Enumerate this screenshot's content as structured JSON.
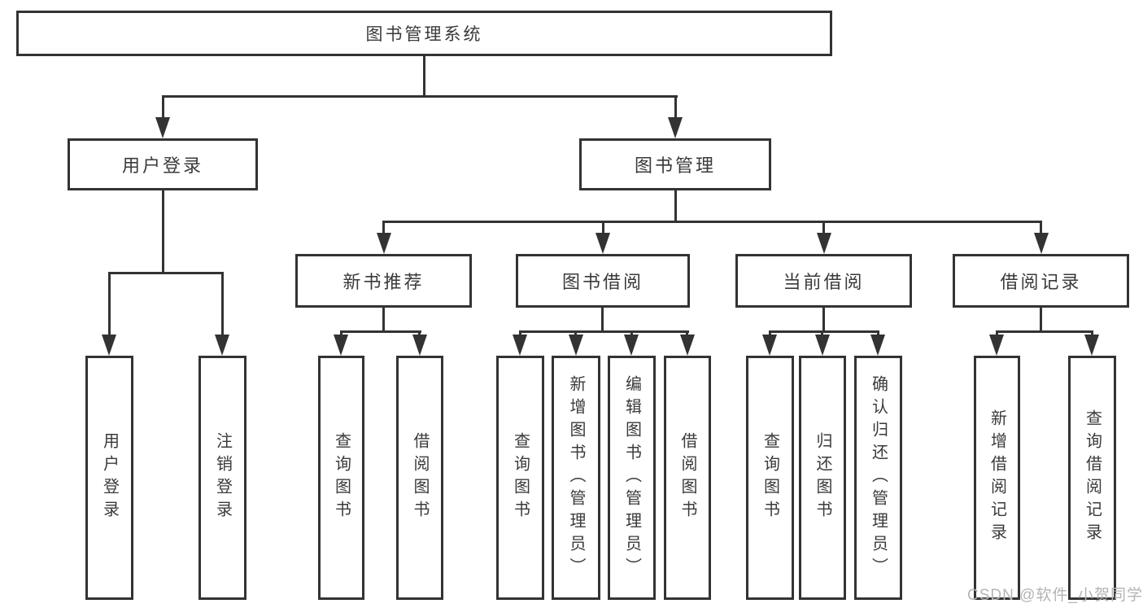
{
  "tree": {
    "root": {
      "label": "图书管理系统"
    },
    "children": [
      {
        "label": "用户登录",
        "children": [
          {
            "label": "用户登录"
          },
          {
            "label": "注销登录"
          }
        ]
      },
      {
        "label": "图书管理",
        "children": [
          {
            "label": "新书推荐",
            "children": [
              {
                "label": "查询图书"
              },
              {
                "label": "借阅图书"
              }
            ]
          },
          {
            "label": "图书借阅",
            "children": [
              {
                "label": "查询图书"
              },
              {
                "label": "新增图书（管理员）"
              },
              {
                "label": "编辑图书（管理员）"
              },
              {
                "label": "借阅图书"
              }
            ]
          },
          {
            "label": "当前借阅",
            "children": [
              {
                "label": "查询图书"
              },
              {
                "label": "归还图书"
              },
              {
                "label": "确认归还（管理员）"
              }
            ]
          },
          {
            "label": "借阅记录",
            "children": [
              {
                "label": "新增借阅记录"
              },
              {
                "label": "查询借阅记录"
              }
            ]
          }
        ]
      }
    ]
  },
  "watermark": {
    "text": "CSDN @软件_小贺同学"
  },
  "colors": {
    "line": "#333333",
    "text": "#3a3a3a",
    "background": "#ffffff",
    "watermark": "#b4b4b4"
  }
}
